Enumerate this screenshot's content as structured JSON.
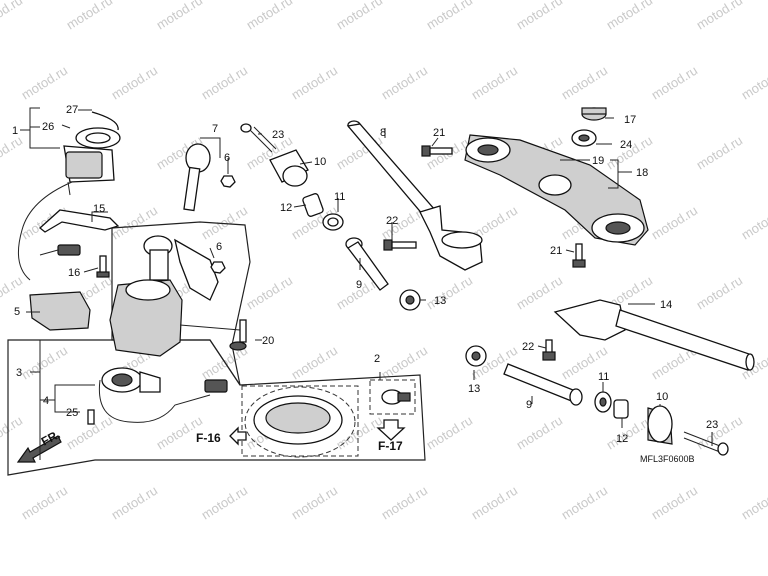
{
  "watermark": "motod.ru",
  "diagram_code": "MFL3F0600B",
  "direction_marker": "FR.",
  "refs": {
    "f16": "F-16",
    "f17": "F-17"
  },
  "callouts": {
    "c1": "1",
    "c2": "2",
    "c3": "3",
    "c4": "4",
    "c5": "5",
    "c6a": "6",
    "c6b": "6",
    "c7": "7",
    "c8": "8",
    "c9a": "9",
    "c9b": "9",
    "c10a": "10",
    "c10b": "10",
    "c11a": "11",
    "c11b": "11",
    "c12a": "12",
    "c12b": "12",
    "c13a": "13",
    "c13b": "13",
    "c14": "14",
    "c15": "15",
    "c16": "16",
    "c17": "17",
    "c18": "18",
    "c19": "19",
    "c20": "20",
    "c21a": "21",
    "c21b": "21",
    "c22a": "22",
    "c22b": "22",
    "c23a": "23",
    "c23b": "23",
    "c24": "24",
    "c25": "25",
    "c26": "26",
    "c27": "27"
  }
}
